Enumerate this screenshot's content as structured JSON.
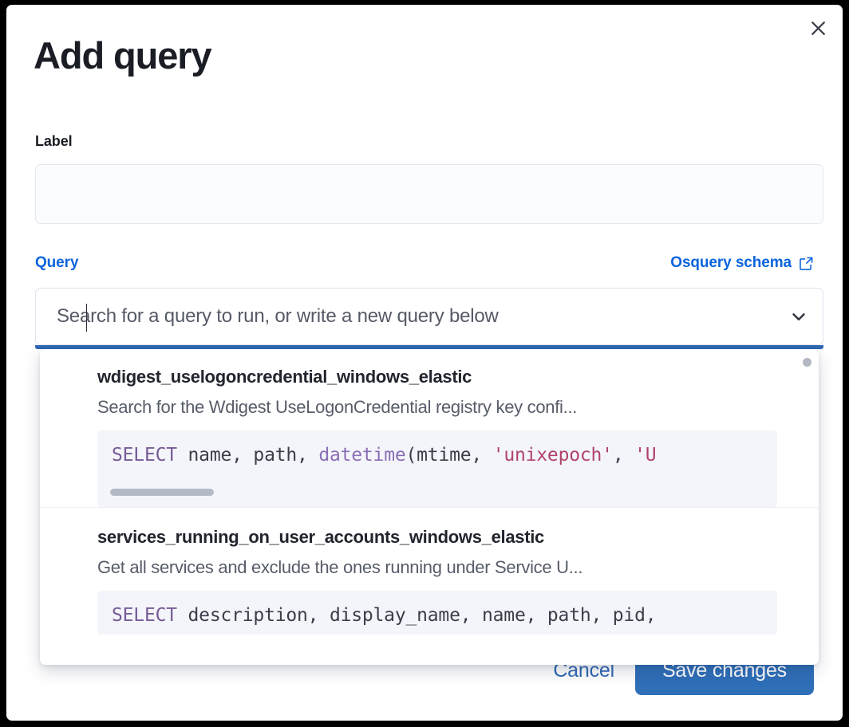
{
  "modal": {
    "title": "Add query",
    "close_icon": "close-icon"
  },
  "label_field": {
    "label": "Label",
    "value": "",
    "placeholder": ""
  },
  "query_section": {
    "label": "Query",
    "schema_link": "Osquery schema",
    "schema_link_icon": "external-link-icon",
    "search": {
      "value": "",
      "placeholder": "Search for a query to run, or write a new query below",
      "caret_visible": true,
      "arrow_icon": "chevron-down-icon",
      "focused": true
    }
  },
  "dropdown": {
    "visible": true,
    "items": [
      {
        "title": "wdigest_uselogoncredential_windows_elastic",
        "description": "Search for the Wdigest UseLogonCredential registry key confi...",
        "code_tokens": [
          {
            "text": "SELECT",
            "type": "keyword"
          },
          {
            "text": " name, path, ",
            "type": "plain"
          },
          {
            "text": "datetime",
            "type": "function"
          },
          {
            "text": "(mtime, ",
            "type": "plain"
          },
          {
            "text": "'unixepoch'",
            "type": "string"
          },
          {
            "text": ", ",
            "type": "plain"
          },
          {
            "text": "'U",
            "type": "string"
          }
        ],
        "has_code_scrollbar": true
      },
      {
        "title": "services_running_on_user_accounts_windows_elastic",
        "description": "Get all services and exclude the ones running under Service U...",
        "code_tokens": [
          {
            "text": "SELECT",
            "type": "keyword"
          },
          {
            "text": " description, display_name, name, path, pid,",
            "type": "plain"
          }
        ],
        "has_code_scrollbar": false
      }
    ]
  },
  "footer": {
    "cancel_label": "Cancel",
    "save_label": "Save changes"
  },
  "colors": {
    "accent_blue": "#0b64dd",
    "button_blue": "#2f6fb8",
    "focus_underline": "#2f69b3",
    "sql_keyword": "#765b96",
    "sql_function": "#8a6fb5",
    "sql_string": "#b0436a",
    "code_background": "#f4f5fa"
  }
}
